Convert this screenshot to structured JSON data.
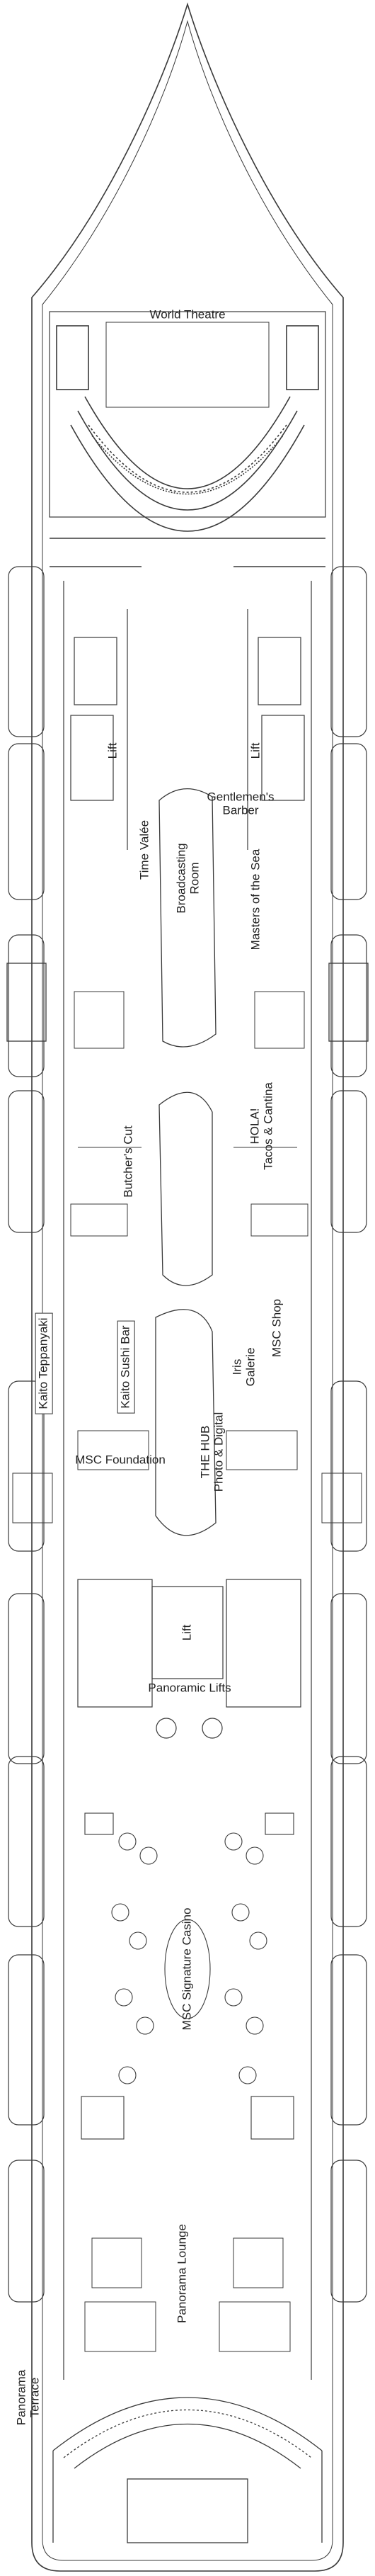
{
  "deck_plan": {
    "venues": {
      "world_theatre": "World Theatre",
      "lift_fwd_port": "Lift",
      "lift_fwd_stbd": "Lift",
      "gentlemens_barber": "Gentlemen's\nBarber",
      "time_valee": "Time Valée",
      "broadcasting_room": "Broadcasting\nRoom",
      "masters_of_the_sea": "Masters of the Sea",
      "butchers_cut": "Butcher's Cut",
      "hola_tacos": "HOLA!\nTacos & Cantina",
      "kaito_teppanyaki": "Kaito Teppanyaki",
      "kaito_sushi_bar": "Kaito Sushi Bar",
      "iris_galerie": "Iris\nGalerie",
      "msc_shop": "MSC Shop",
      "the_hub": "THE HUB\nPhoto & Digital",
      "msc_foundation": "MSC Foundation",
      "lift_mid": "Lift",
      "panoramic_lifts": "Panoramic Lifts",
      "msc_signature_casino": "MSC Signature Casino",
      "panorama_lounge": "Panorama Lounge",
      "panorama_terrace": "Panorama\nTerrace"
    },
    "colors": {
      "line": "#3a3a3a",
      "fill": "#ffffff",
      "text": "#222222"
    }
  }
}
